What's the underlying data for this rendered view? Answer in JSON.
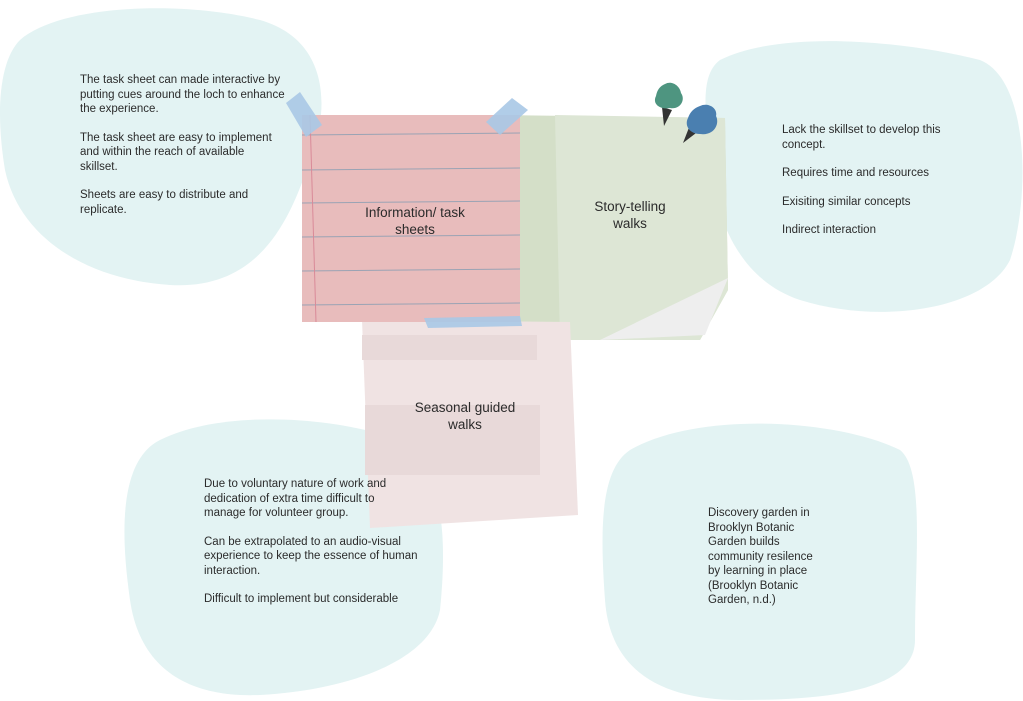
{
  "notes": {
    "info": {
      "title": "Information/ task sheets",
      "color": "#e8bcbc"
    },
    "story": {
      "title": "Story-telling walks",
      "color": "#dde6d5"
    },
    "seasonal": {
      "title": "Seasonal guided walks",
      "color": "#f0e3e3"
    }
  },
  "blobs": {
    "top_left": [
      "The task sheet can made interactive by putting cues around the loch to enhance the experience.",
      "The task sheet are easy to implement and within the reach of available skillset.",
      "Sheets are easy to distribute and replicate."
    ],
    "top_right": [
      "Lack the skillset to develop this concept.",
      "Requires time and resources",
      "Exisiting similar concepts",
      "Indirect interaction"
    ],
    "bottom_left": [
      "Due to voluntary nature of work and dedication of extra time difficult to manage for volunteer group.",
      "Can be extrapolated to an audio-visual experience to keep the essence of human interaction.",
      "Difficult to implement but considerable"
    ],
    "bottom_right": [
      "Discovery garden in Brooklyn Botanic Garden builds community resilence by learning in place (Brooklyn Botanic Garden, n.d.)"
    ]
  },
  "colors": {
    "blob": "#e3f3f3",
    "tape": "#a9c8e6",
    "pin_green": "#4e9580",
    "pin_blue": "#4a7fb0"
  }
}
